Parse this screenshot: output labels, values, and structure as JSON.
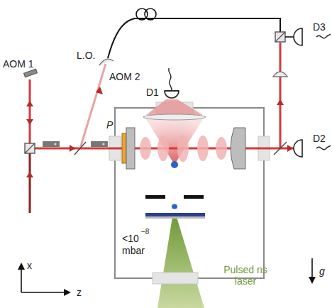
{
  "diagram": {
    "labels": [
      "AOM 1",
      "L.O.",
      "AOM 2",
      "D1",
      "D3",
      "P",
      "D2",
      "<10",
      "−8",
      "mbar",
      "x",
      "z",
      "g",
      "Pulsed ns laser"
    ]
  }
}
